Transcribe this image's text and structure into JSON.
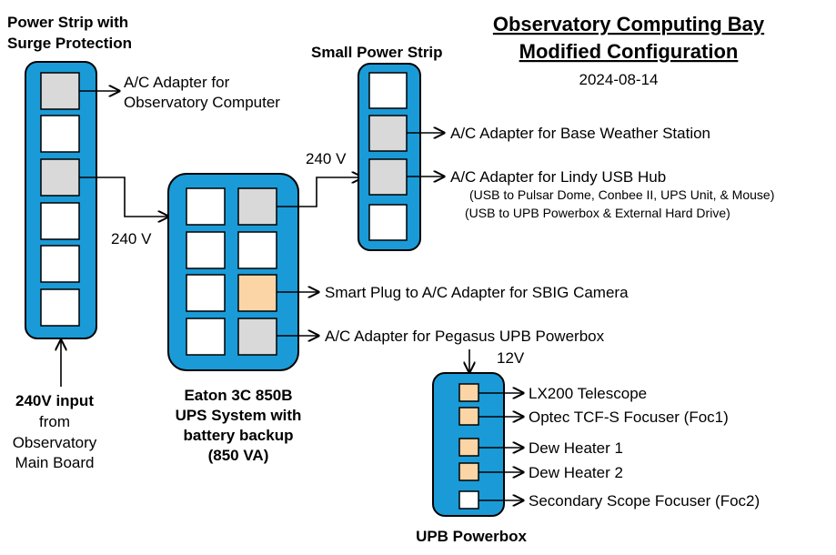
{
  "header": {
    "title_line1": "Observatory Computing Bay",
    "title_line2": "Modified Configuration",
    "date": "2024-08-14"
  },
  "power_strip": {
    "title_line1": "Power Strip with",
    "title_line2": "Surge Protection",
    "outlet1_label": "A/C Adapter for",
    "outlet1_label2": "Observatory Computer",
    "ups_feed_voltage": "240 V"
  },
  "input": {
    "line1": "240V input",
    "line2": "from",
    "line3": "Observatory",
    "line4": "Main Board"
  },
  "ups": {
    "line1": "Eaton 3C 850B",
    "line2": "UPS System with",
    "line3": "battery backup",
    "line4": "(850 VA)",
    "feed_voltage": "240 V",
    "smart_plug_label": "Smart Plug to A/C Adapter for SBIG Camera",
    "pegasus_label": "A/C Adapter for Pegasus UPB Powerbox",
    "pegasus_voltage": "12V"
  },
  "small_strip": {
    "title": "Small Power Strip",
    "weather_label": "A/C Adapter for Base Weather Station",
    "lindy_label": "A/C Adapter for Lindy USB Hub",
    "lindy_note1": "(USB to Pulsar Dome, Conbee II, UPS Unit, & Mouse)",
    "lindy_note2": "(USB to UPB Powerbox & External Hard Drive)"
  },
  "upb": {
    "title": "UPB Powerbox",
    "ports": [
      "LX200 Telescope",
      "Optec TCF-S Focuser (Foc1)",
      "Dew Heater 1",
      "Dew Heater 2",
      "Secondary Scope Focuser (Foc2)"
    ]
  },
  "colors": {
    "device_fill": "#1a9bd7",
    "outlet_empty": "#ffffff",
    "outlet_used": "#d9d9d9",
    "outlet_switched": "#fcd5a6"
  }
}
